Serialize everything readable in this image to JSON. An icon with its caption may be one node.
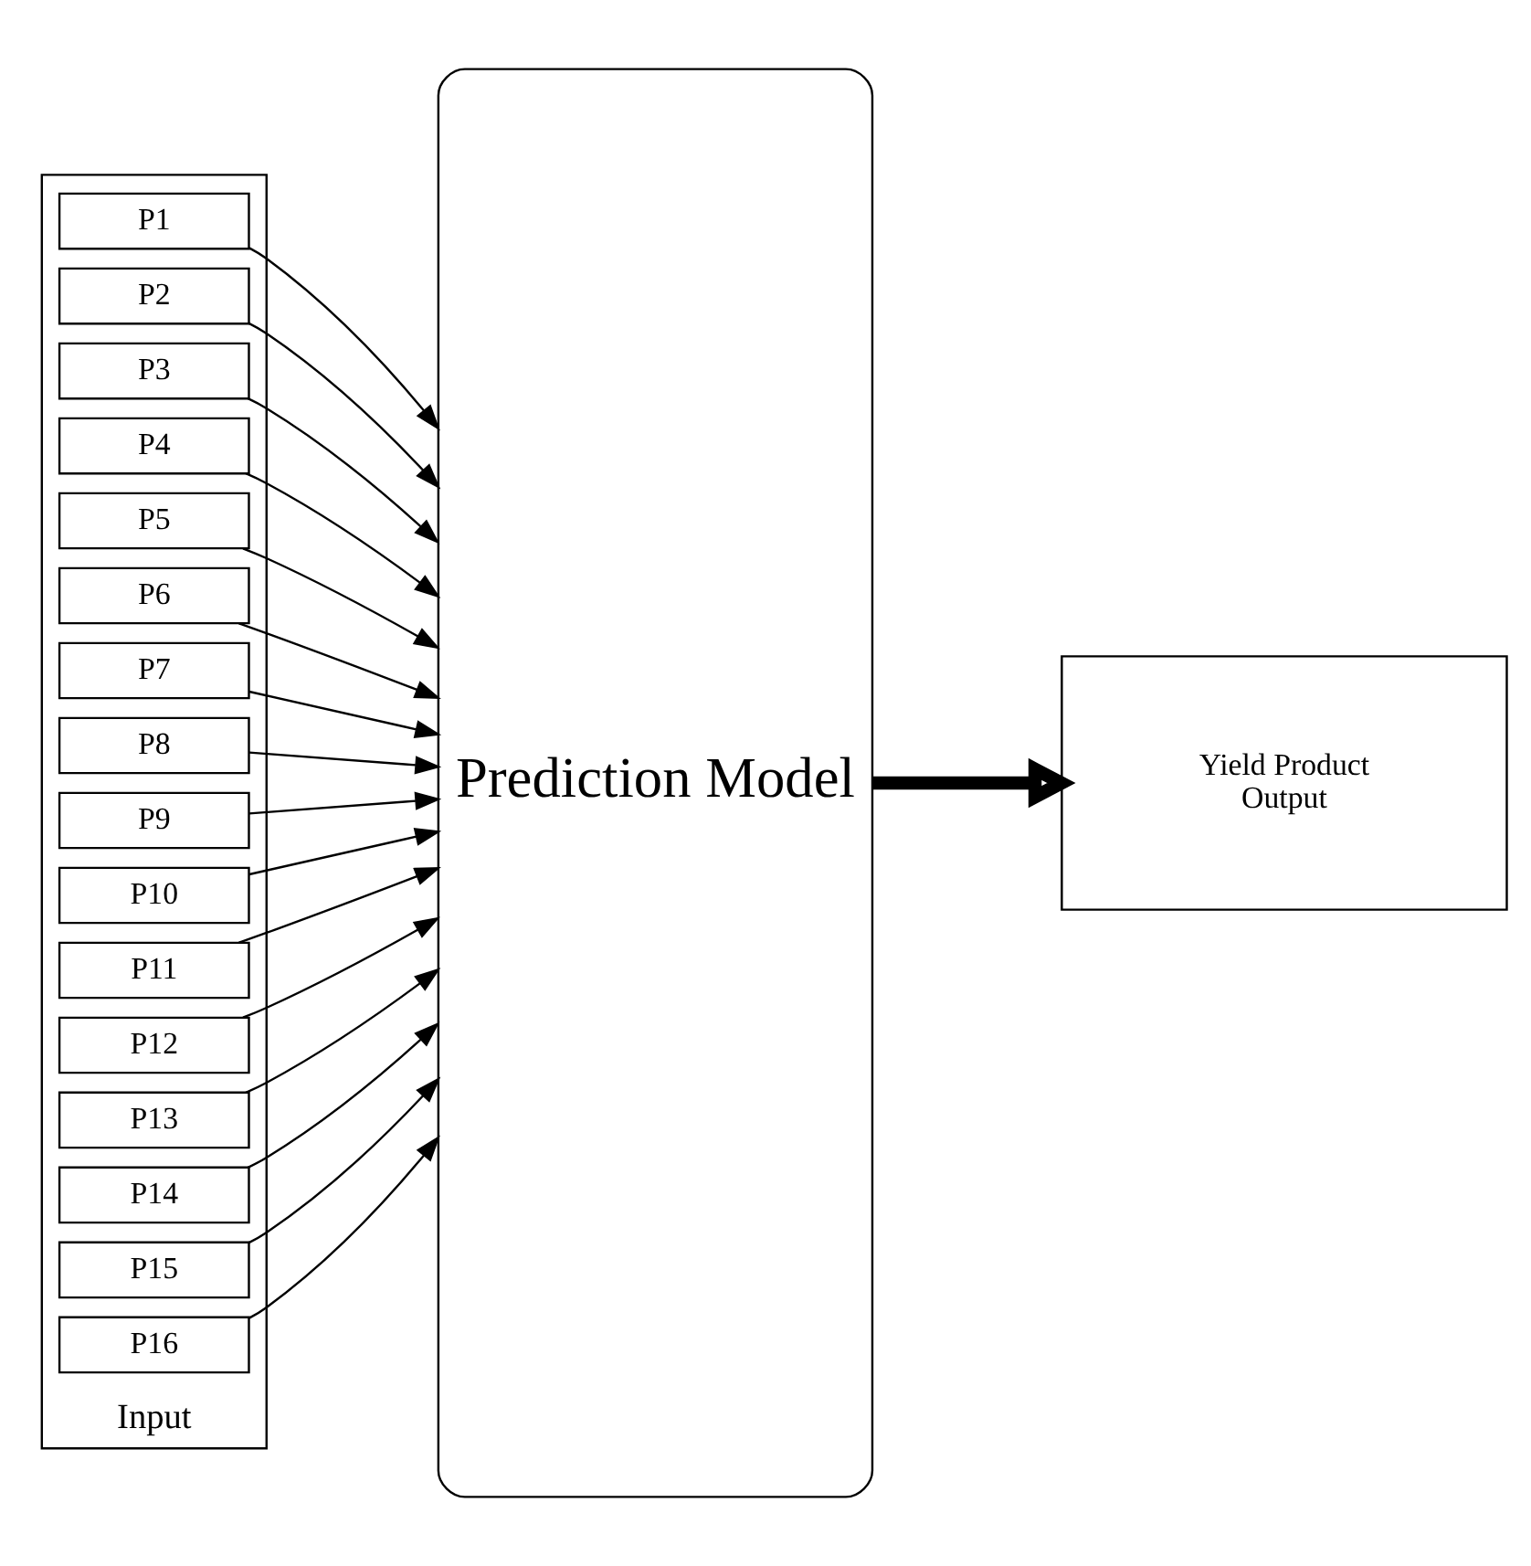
{
  "diagram": {
    "nodes": [
      {
        "text": [
          "Input"
        ]
      },
      {
        "text": [
          "P1"
        ],
        "in": 0
      },
      {
        "text": [
          "P2"
        ],
        "in": 0
      },
      {
        "text": [
          "P3"
        ],
        "in": 0
      },
      {
        "text": [
          "P4"
        ],
        "in": 0
      },
      {
        "text": [
          "P5"
        ],
        "in": 0
      },
      {
        "text": [
          "P6"
        ],
        "in": 0
      },
      {
        "text": [
          "P7"
        ],
        "in": 0
      },
      {
        "text": [
          "P8"
        ],
        "in": 0
      },
      {
        "text": [
          "P9"
        ],
        "in": 0
      },
      {
        "text": [
          "P10"
        ],
        "in": 0
      },
      {
        "text": [
          "P11"
        ],
        "in": 0
      },
      {
        "text": [
          "P12"
        ],
        "in": 0
      },
      {
        "text": [
          "P13"
        ],
        "in": 0
      },
      {
        "text": [
          "P14"
        ],
        "in": 0
      },
      {
        "text": [
          "P15"
        ],
        "in": 0
      },
      {
        "text": [
          "P16"
        ],
        "in": 0
      },
      {
        "text": [
          "Prediction Model"
        ]
      },
      {
        "text": [
          "Yield Product",
          "Output"
        ]
      }
    ],
    "edges": [
      {
        "from": 1,
        "to": 17,
        "arrow": "to"
      },
      {
        "from": 2,
        "to": 17,
        "arrow": "to"
      },
      {
        "from": 3,
        "to": 17,
        "arrow": "to"
      },
      {
        "from": 4,
        "to": 17,
        "arrow": "to"
      },
      {
        "from": 5,
        "to": 17,
        "arrow": "to"
      },
      {
        "from": 6,
        "to": 17,
        "arrow": "to"
      },
      {
        "from": 7,
        "to": 17,
        "arrow": "to"
      },
      {
        "from": 8,
        "to": 17,
        "arrow": "to"
      },
      {
        "from": 9,
        "to": 17,
        "arrow": "to"
      },
      {
        "from": 10,
        "to": 17,
        "arrow": "to"
      },
      {
        "from": 11,
        "to": 17,
        "arrow": "to"
      },
      {
        "from": 12,
        "to": 17,
        "arrow": "to"
      },
      {
        "from": 13,
        "to": 17,
        "arrow": "to"
      },
      {
        "from": 14,
        "to": 17,
        "arrow": "to"
      },
      {
        "from": 15,
        "to": 17,
        "arrow": "to"
      },
      {
        "from": 16,
        "to": 17,
        "arrow": "to"
      },
      {
        "from": 17,
        "to": 18,
        "arrow": "to",
        "style": "thick"
      }
    ]
  }
}
